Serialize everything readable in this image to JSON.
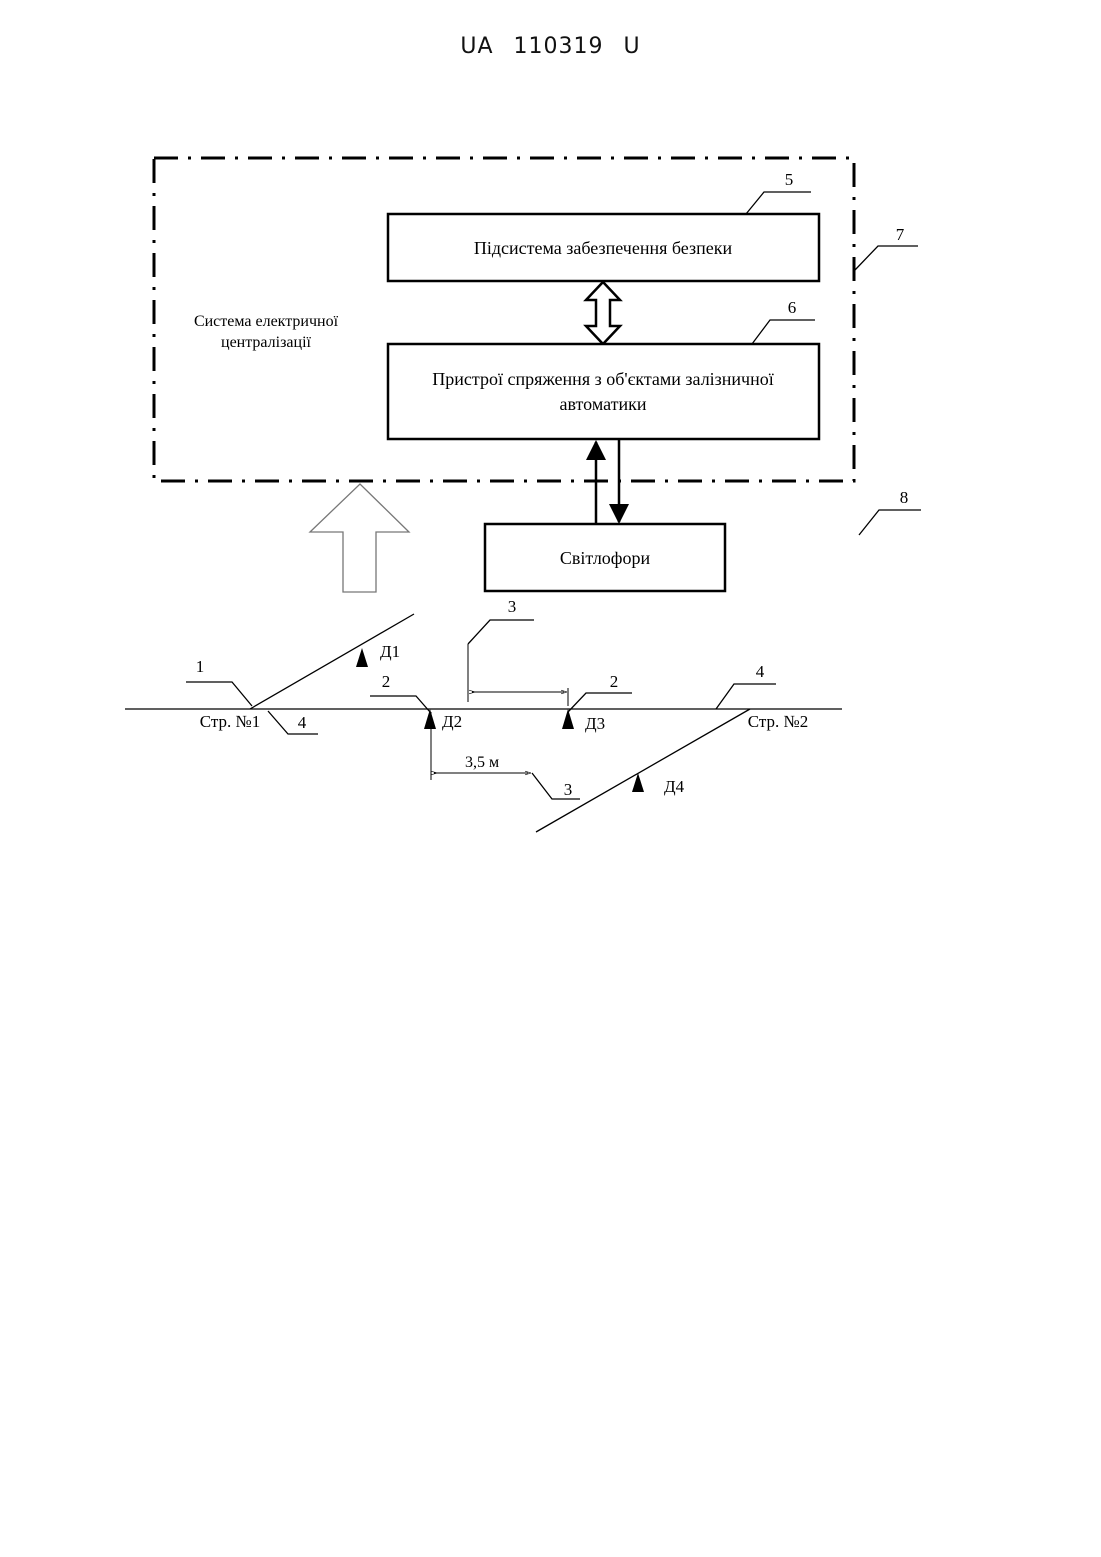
{
  "header": {
    "country": "UA",
    "number": "110319",
    "kind": "U"
  },
  "diagram": {
    "system_label_line1": "Система електричної",
    "system_label_line2": "централізації",
    "box_safety": "Підсистема забезпечення безпеки",
    "box_interface_line1": "Пристрої спряження з об'єктами залізничної",
    "box_interface_line2": "автоматики",
    "box_signals": "Світлофори",
    "ref_5": "5",
    "ref_6": "6",
    "ref_7": "7",
    "ref_8": "8",
    "ref_1": "1",
    "ref_2a": "2",
    "ref_2b": "2",
    "ref_3a": "3",
    "ref_3b": "3",
    "ref_4a": "4",
    "ref_4b": "4",
    "switch_1": "Стр. №1",
    "switch_2": "Стр. №2",
    "sensor_d1": "Д1",
    "sensor_d2": "Д2",
    "sensor_d3": "Д3",
    "sensor_d4": "Д4",
    "distance": "3,5 м"
  }
}
